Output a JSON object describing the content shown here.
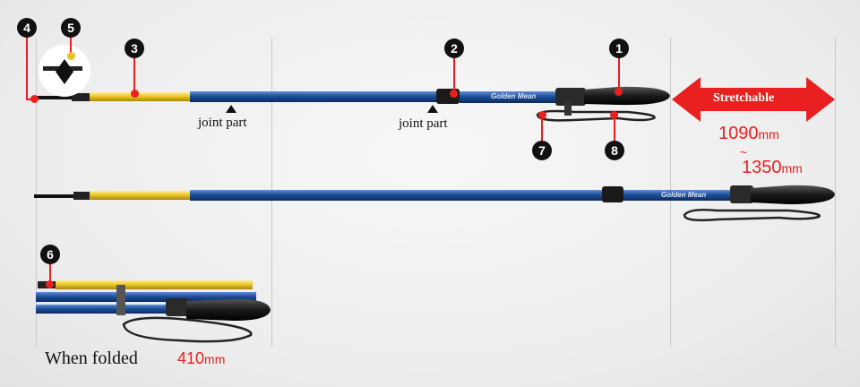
{
  "labels": {
    "joint_part_1": "joint part",
    "joint_part_2": "joint part",
    "stretchable": "Stretchable",
    "length_min": "1090",
    "length_sep": "~",
    "length_max": "1350",
    "length_unit": "mm",
    "when_folded": "When folded",
    "folded_length": "410",
    "folded_unit": "mm",
    "brand": "Golden Mean"
  },
  "callouts": [
    "1",
    "2",
    "3",
    "4",
    "5",
    "6",
    "7",
    "8"
  ],
  "colors": {
    "accent_red": "#e8201f",
    "shaft_blue": "#1d4f9a",
    "section_yellow": "#e9c227",
    "grip_black": "#1a1a1a"
  }
}
